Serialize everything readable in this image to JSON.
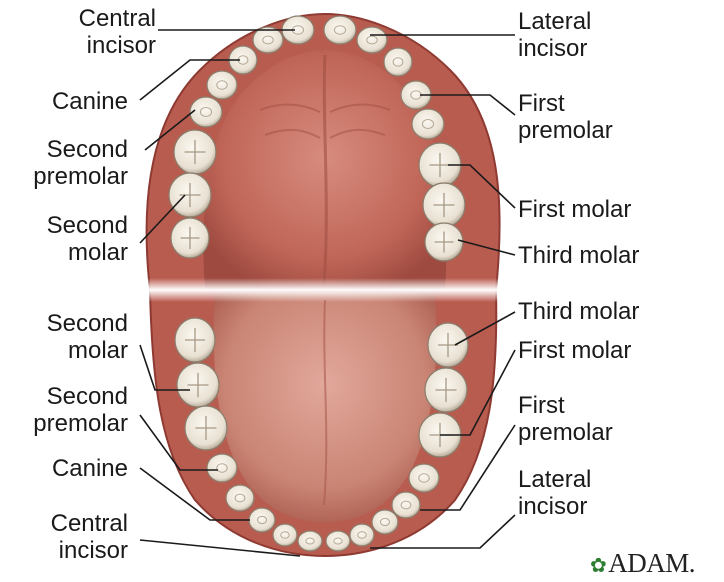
{
  "labels": {
    "upper_left": {
      "central_incisor": [
        "Central",
        "incisor"
      ],
      "canine": [
        "Canine"
      ],
      "second_premolar": [
        "Second",
        "premolar"
      ],
      "second_molar": [
        "Second",
        "molar"
      ]
    },
    "upper_right": {
      "lateral_incisor": [
        "Lateral",
        "incisor"
      ],
      "first_premolar": [
        "First",
        "premolar"
      ],
      "first_molar": [
        "First molar"
      ],
      "third_molar": [
        "Third molar"
      ]
    },
    "lower_left": {
      "second_molar": [
        "Second",
        "molar"
      ],
      "second_premolar": [
        "Second",
        "premolar"
      ],
      "canine": [
        "Canine"
      ],
      "central_incisor": [
        "Central",
        "incisor"
      ]
    },
    "lower_right": {
      "third_molar": [
        "Third molar"
      ],
      "first_molar": [
        "First molar"
      ],
      "first_premolar": [
        "First",
        "premolar"
      ],
      "lateral_incisor": [
        "Lateral",
        "incisor"
      ]
    }
  },
  "logo": {
    "text": "ADAM."
  },
  "colors": {
    "tissue": "#c86a5c",
    "tissue_dark": "#8e3a32",
    "palate": "#c26a5e",
    "tongue": "#c9877a",
    "tooth": "#f1ece2",
    "tooth_shadow": "#b9ad9c",
    "leader": "#1a1a1a"
  }
}
